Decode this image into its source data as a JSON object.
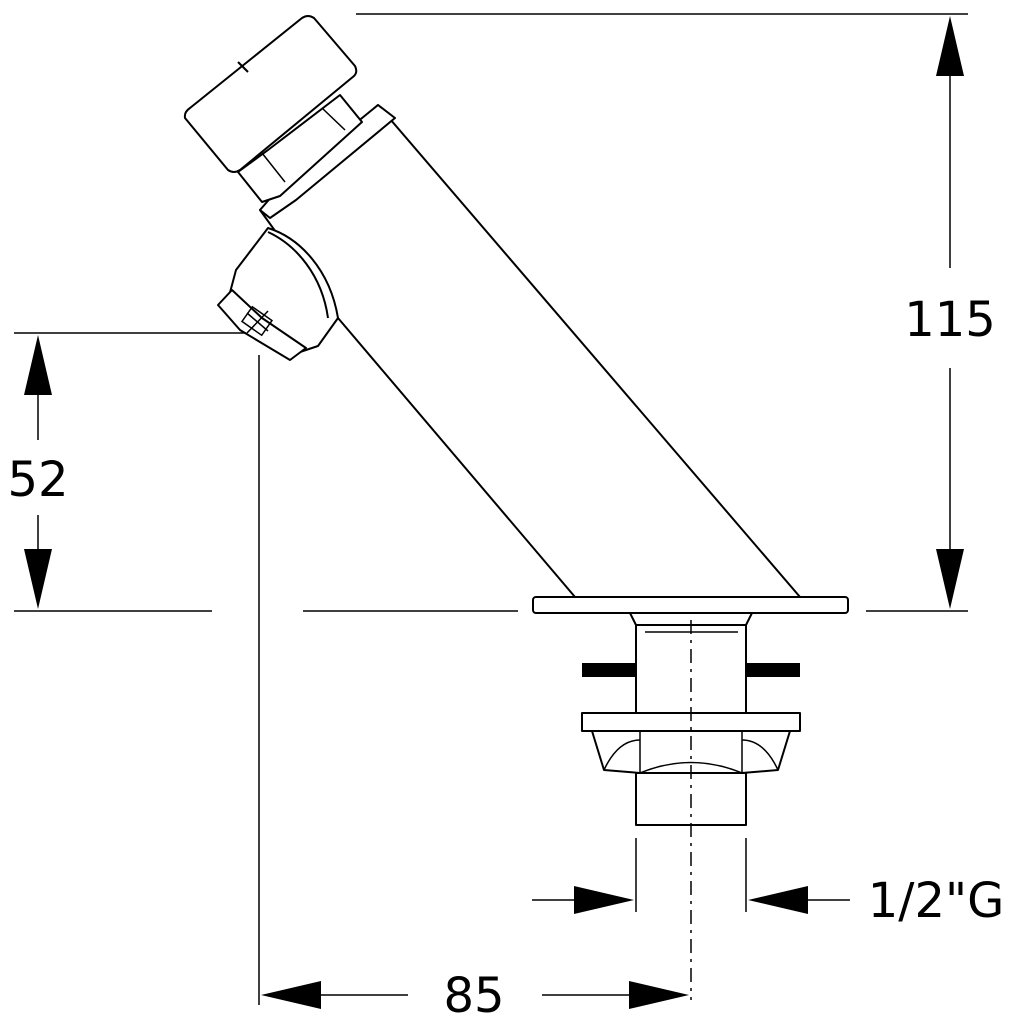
{
  "drawing": {
    "dimensions": {
      "height_total": "115",
      "spout_height": "52",
      "reach": "85",
      "thread": "1/2\"G"
    }
  }
}
